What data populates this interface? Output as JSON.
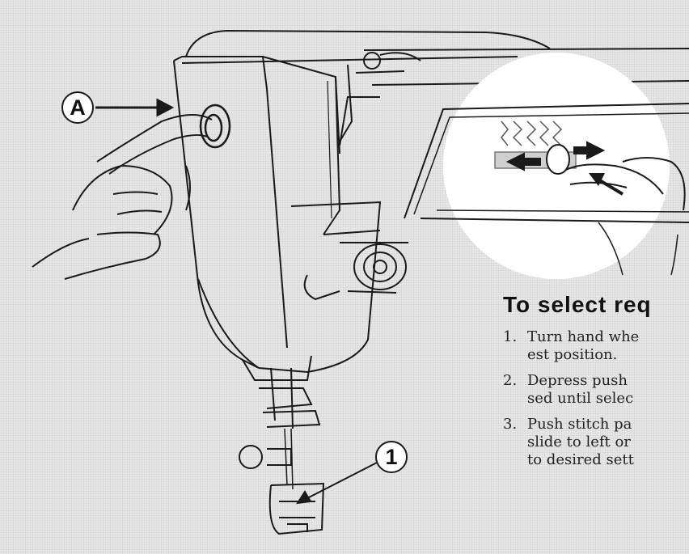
{
  "callouts": {
    "a": "A",
    "one": "1"
  },
  "instructions": {
    "heading": "To select req",
    "steps": [
      {
        "num": "1.",
        "lines": [
          "Turn hand whe",
          "est position."
        ]
      },
      {
        "num": "2.",
        "lines": [
          "Depress push",
          "sed until selec"
        ]
      },
      {
        "num": "3.",
        "lines": [
          "Push stitch pa",
          "slide to left or",
          "to desired sett"
        ]
      }
    ]
  },
  "colors": {
    "ink": "#1a1a1a",
    "paper": "#e7e7e7",
    "highlight": "#ffffff"
  },
  "icons": [
    "hand-icon",
    "arrow-right-icon",
    "arrow-left-right-icon",
    "stitch-dial-icon",
    "presser-foot-icon"
  ]
}
